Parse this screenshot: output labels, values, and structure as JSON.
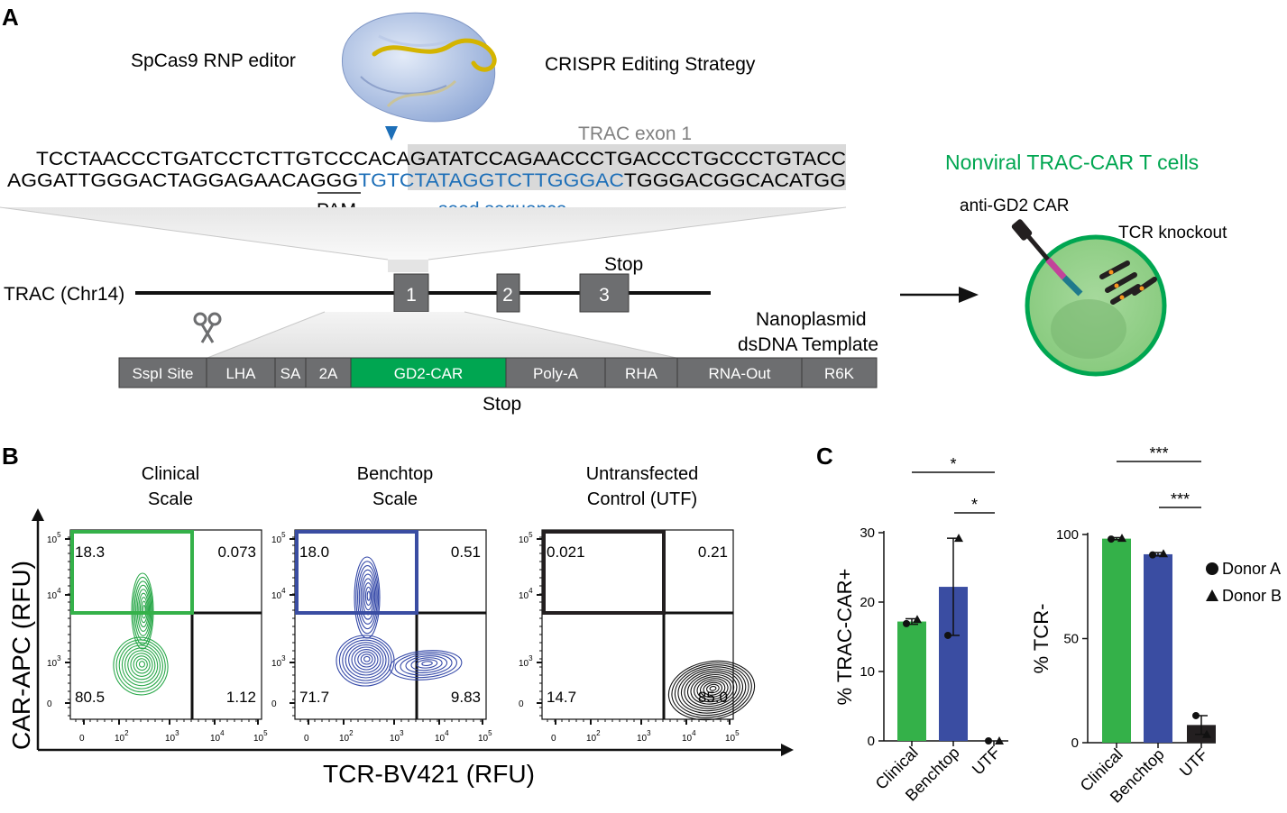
{
  "panel_labels": {
    "a": "A",
    "b": "B",
    "c": "C"
  },
  "colors": {
    "green": "#34b149",
    "blue": "#3a4da2",
    "seq_blue": "#1d6fb8",
    "bright_green": "#00a651",
    "gray_box": "#6d6e70",
    "black": "#111111",
    "cell_green": "#8fce84"
  },
  "panel_a": {
    "cas9_label": "SpCas9 RNP editor",
    "strategy_label": "CRISPR Editing Strategy",
    "exon_label": "TRAC exon 1",
    "seq_top": "TCCTAACCCTGATCCTCTTGTCCCACAGATATCCAGAACCCTGACCCTGCCCTGTACC",
    "seq_bot_black1": "AGGATTGGGACTAGGAGAACAGGG",
    "seq_bot_blue": "TGTCTATAGGTCTTGGGAC",
    "seq_bot_black2": "TGGGACGGCACATGG",
    "pam_label": "PAM",
    "seed_label": "seed sequence",
    "gene_label": "TRAC (Chr14)",
    "exons": [
      "1",
      "2",
      "3"
    ],
    "stop_top": "Stop",
    "template_label_1": "Nanoplasmid",
    "template_label_2": "dsDNA Template",
    "segments": [
      {
        "label": "SspI Site",
        "color": "#6d6e70"
      },
      {
        "label": "LHA",
        "color": "#6d6e70"
      },
      {
        "label": "SA",
        "color": "#6d6e70"
      },
      {
        "label": "2A",
        "color": "#6d6e70"
      },
      {
        "label": "GD2-CAR",
        "color": "#00a651"
      },
      {
        "label": "Poly-A",
        "color": "#6d6e70"
      },
      {
        "label": "RHA",
        "color": "#6d6e70"
      },
      {
        "label": "RNA-Out",
        "color": "#6d6e70"
      },
      {
        "label": "R6K",
        "color": "#6d6e70"
      }
    ],
    "stop_bottom": "Stop",
    "result_title": "Nonviral TRAC-CAR T cells",
    "car_label": "anti-GD2 CAR",
    "tcr_label": "TCR knockout"
  },
  "panel_b": {
    "y_axis_label": "CAR-APC (RFU)",
    "x_axis_label": "TCR-BV421 (RFU)",
    "plots": [
      {
        "title_1": "Clinical",
        "title_2": "Scale",
        "gate_color": "#34b149",
        "contour_color": "#2aa84a",
        "quadrants": {
          "ul": "18.3",
          "ur": "0.073",
          "ll": "80.5",
          "lr": "1.12"
        }
      },
      {
        "title_1": "Benchtop",
        "title_2": "Scale",
        "gate_color": "#3a4da2",
        "contour_color": "#3549a8",
        "quadrants": {
          "ul": "18.0",
          "ur": "0.51",
          "ll": "71.7",
          "lr": "9.83"
        }
      },
      {
        "title_1": "Untransfected",
        "title_2": "Control (UTF)",
        "gate_color": "#231f20",
        "contour_color": "#111111",
        "quadrants": {
          "ul": "0.021",
          "ur": "0.21",
          "ll": "14.7",
          "lr": "85.0"
        }
      }
    ],
    "y_ticks": [
      "10",
      "10",
      "10",
      "0"
    ],
    "y_tick_exps": [
      "5",
      "4",
      "3",
      ""
    ],
    "x_ticks": [
      "0",
      "10",
      "10",
      "10",
      "10"
    ],
    "x_tick_exps": [
      "",
      "2",
      "3",
      "4",
      "5"
    ]
  },
  "panel_c": {
    "significance": [
      "*",
      "*",
      "***",
      "***"
    ],
    "legend": [
      {
        "label": "Donor A",
        "shape": "circle"
      },
      {
        "label": "Donor B",
        "shape": "triangle"
      }
    ]
  },
  "chart_data": [
    {
      "type": "bar",
      "categories": [
        "Clinical",
        "Benchtop",
        "UTF"
      ],
      "values": [
        17.2,
        22.2,
        0.0
      ],
      "error": [
        0.4,
        7.0,
        0.0
      ],
      "points": {
        "Donor A": [
          16.9,
          15.2,
          0.0
        ],
        "Donor B": [
          17.5,
          29.2,
          0.0
        ]
      },
      "colors": [
        "#34b149",
        "#3a4da2",
        "#231f20"
      ],
      "ylabel": "% TRAC-CAR+",
      "ylim": [
        0,
        30
      ],
      "yticks": [
        0,
        10,
        20,
        30
      ]
    },
    {
      "type": "bar",
      "categories": [
        "Clinical",
        "Benchtop",
        "UTF"
      ],
      "values": [
        98.0,
        90.5,
        8.5
      ],
      "error": [
        0.5,
        0.8,
        4.5
      ],
      "points": {
        "Donor A": [
          97.8,
          90.2,
          13.0
        ],
        "Donor B": [
          98.2,
          90.8,
          4.0
        ]
      },
      "colors": [
        "#34b149",
        "#3a4da2",
        "#231f20"
      ],
      "ylabel": "% TCR-",
      "ylim": [
        0,
        100
      ],
      "yticks": [
        0,
        50,
        100
      ]
    }
  ]
}
